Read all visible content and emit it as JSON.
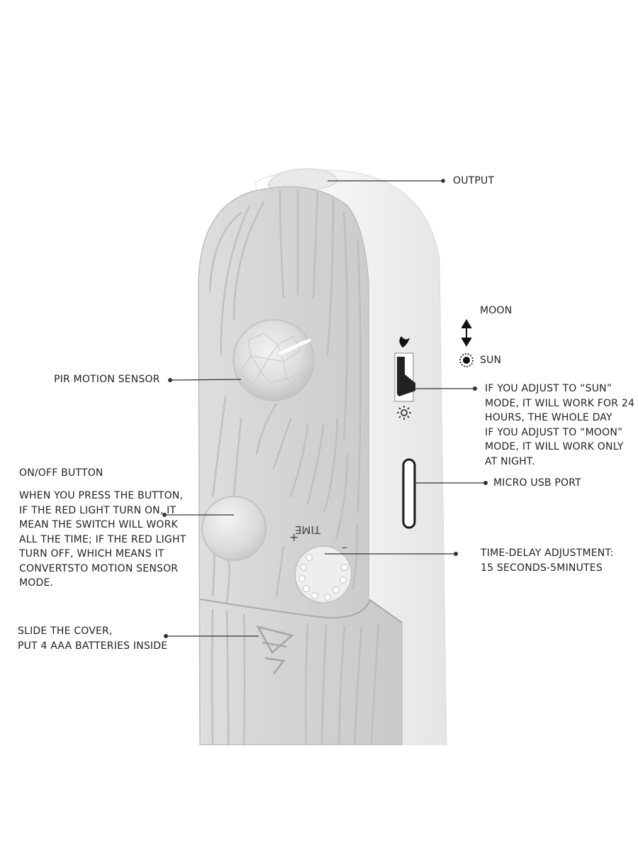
{
  "labels": {
    "output": "OUTPUT",
    "moon": "MOON",
    "sun": "SUN",
    "pir_motion_sensor": "PIR MOTION SENSOR",
    "on_off_button": "ON/OFF BUTTON",
    "on_off_description": "WHEN YOU PRESS THE BUTTON,\nIF THE RED LIGHT TURN ON, IT\nMEAN THE SWITCH WILL WORK\nALL THE TIME; IF THE RED LIGHT\nTURN OFF, WHICH MEANS IT\nCONVERTSTO MOTION SENSOR\nMODE.",
    "sun_moon_description": "IF YOU ADJUST TO “SUN”\nMODE, IT WILL WORK FOR 24\nHOURS, THE WHOLE DAY\nIF YOU ADJUST TO “MOON”\nMODE, IT WILL WORK ONLY\nAT NIGHT.",
    "micro_usb_port": "MICRO USB PORT",
    "time_delay_adjustment": "TIME-DELAY ADJUSTMENT:\n15 SECONDS-5MINUTES",
    "battery_cover": "SLIDE THE COVER,\nPUT 4 AAA BATTERIES INSIDE",
    "time_dial_label": "TIME",
    "time_plus": "+",
    "time_minus": "–"
  },
  "icons": {
    "moon": "moon-icon",
    "sun": "sun-icon",
    "double_arrow": "up-down-arrow-icon"
  },
  "colors": {
    "device_body": "#d4d4d4",
    "device_side": "#f1f1f1",
    "lens": "#e2e2e2",
    "leader_line": "#333333",
    "text": "#222222"
  }
}
